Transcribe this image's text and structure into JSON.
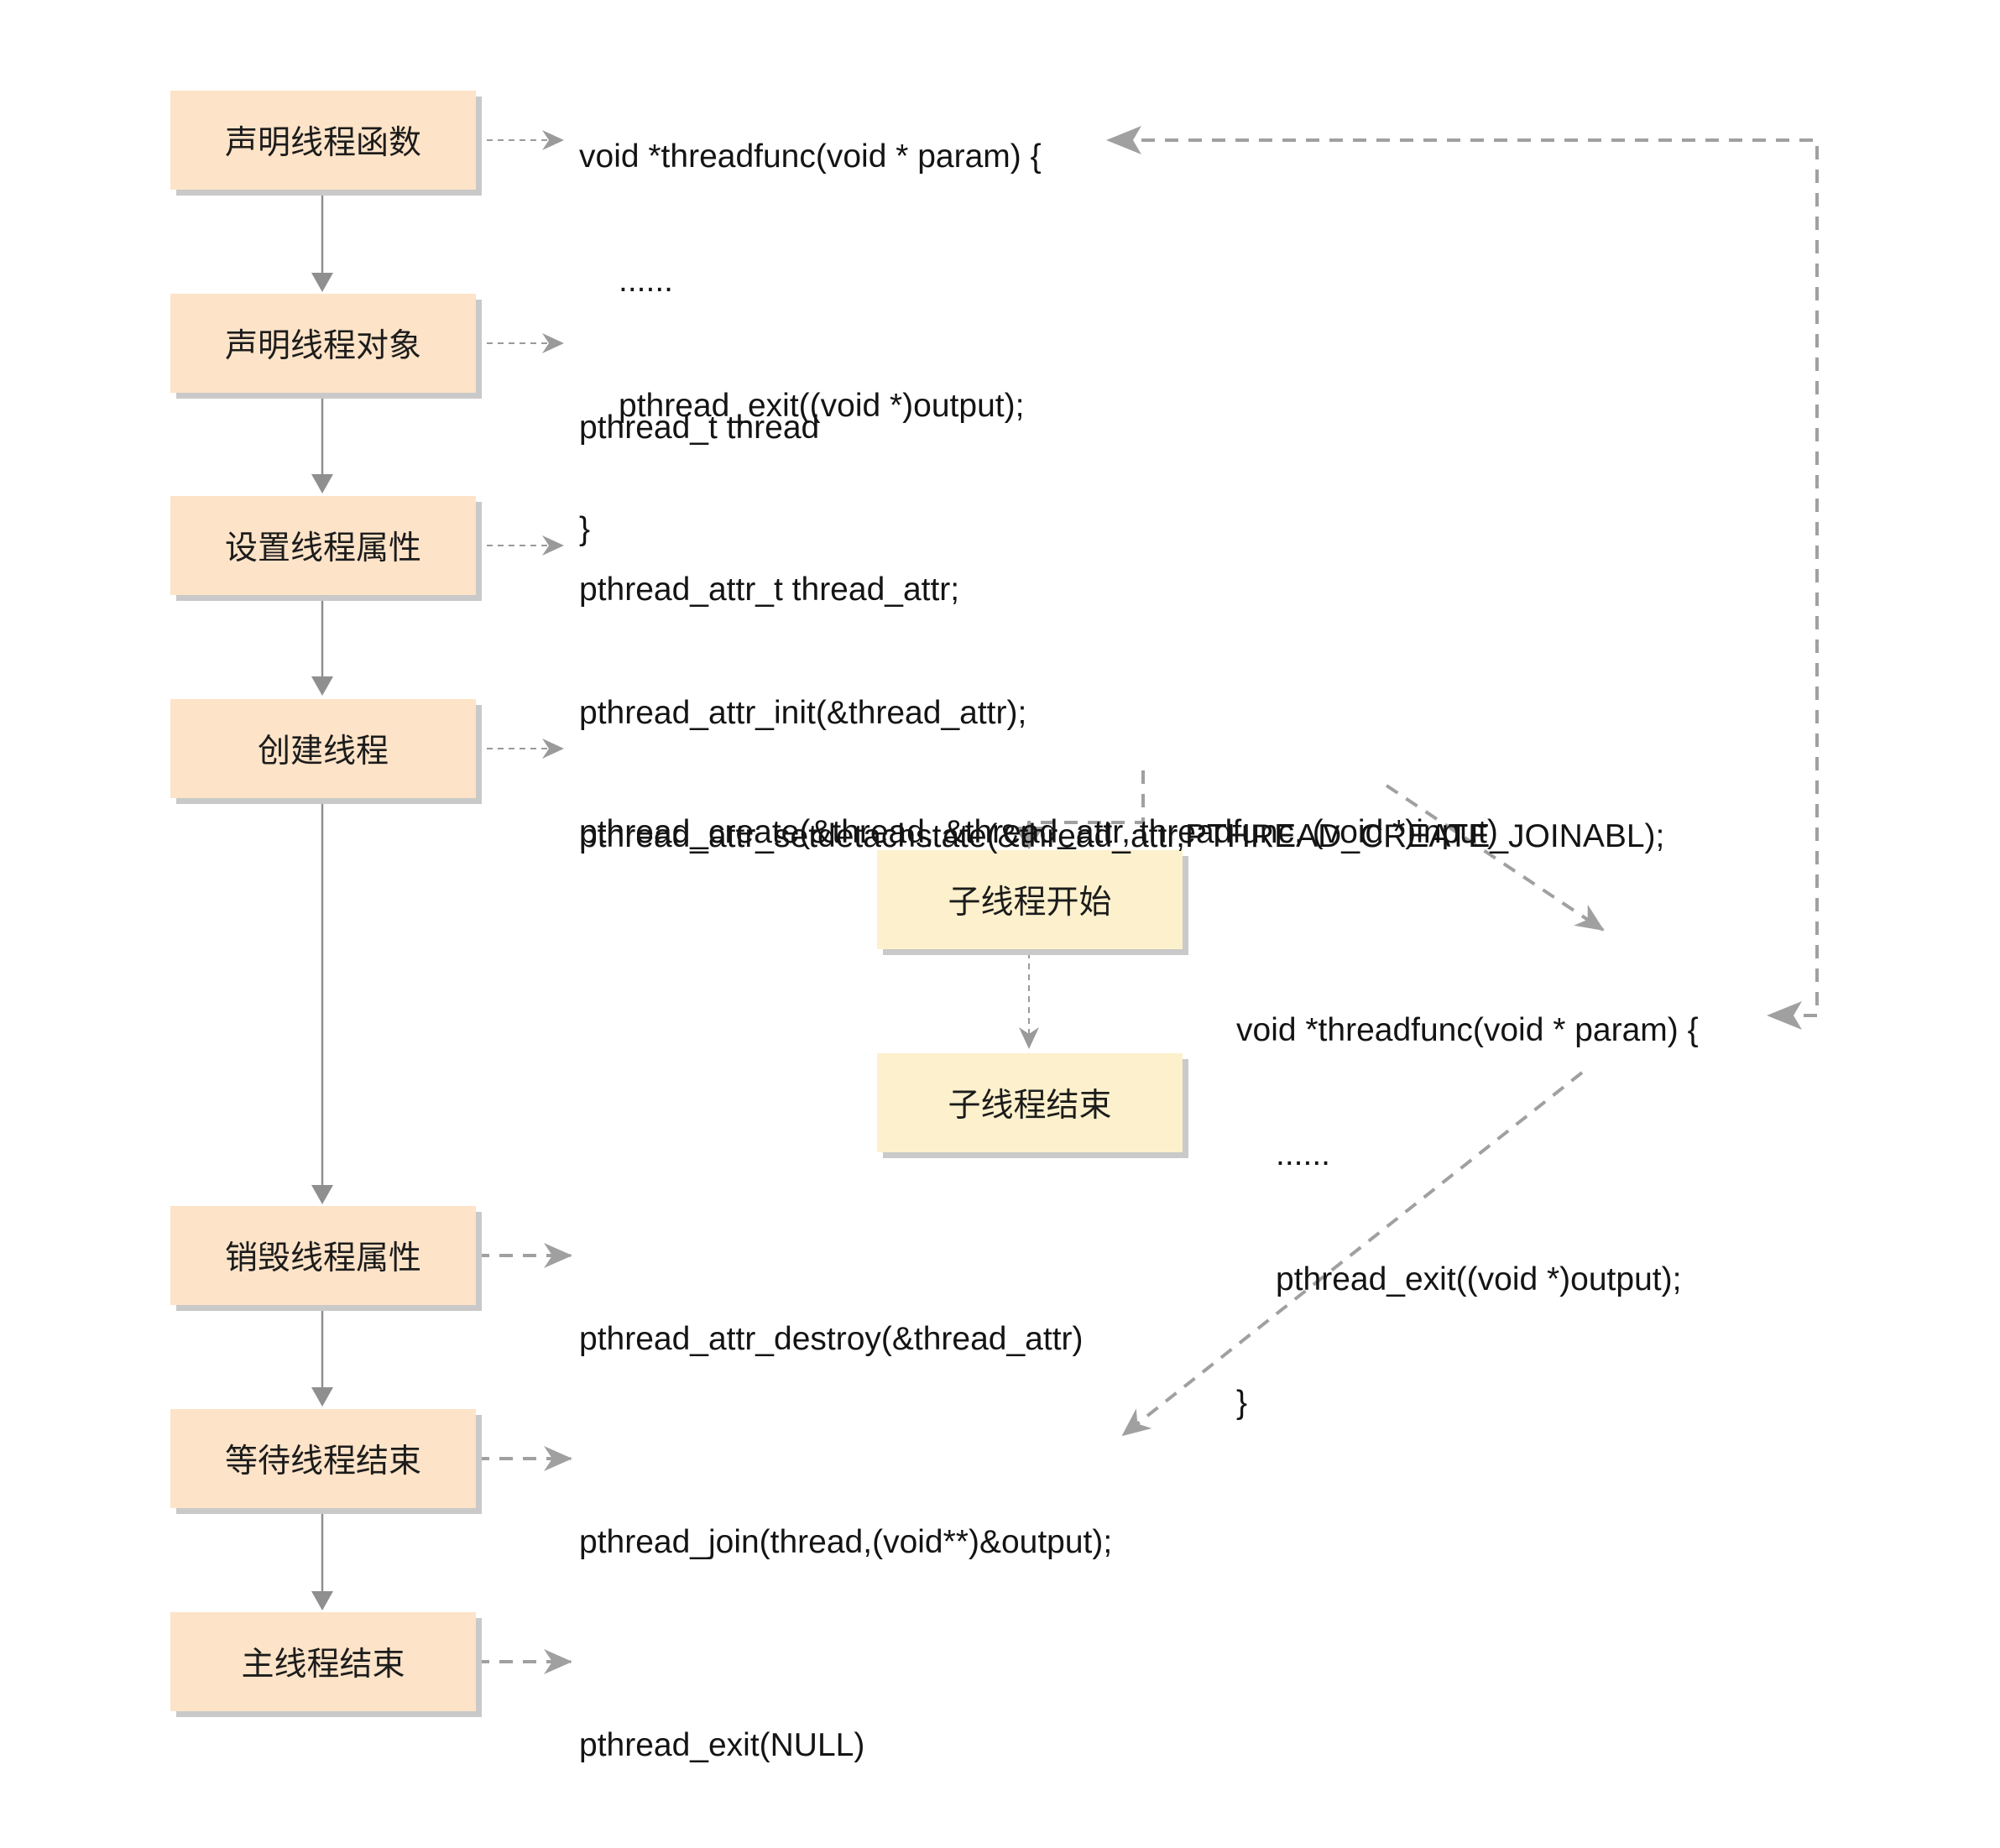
{
  "steps": {
    "declare_func": "声明线程函数",
    "declare_obj": "声明线程对象",
    "set_attr": "设置线程属性",
    "create": "创建线程",
    "destroy_attr": "销毁线程属性",
    "wait": "等待线程结束",
    "main_end": "主线程结束"
  },
  "child": {
    "start": "子线程开始",
    "end": "子线程结束"
  },
  "code": {
    "func_top": [
      "void *threadfunc(void * param) {",
      "......",
      "pthread_exit((void *)output);",
      "}"
    ],
    "declare_obj": "pthread_t thread",
    "set_attr": [
      "pthread_attr_t thread_attr;",
      "pthread_attr_init(&thread_attr);",
      "pthread_attr_setdetachstate(&thread_attr,PTHREAD_CREATE_JOINABL);"
    ],
    "create": "pthread_create(&thread, &thread_attr, threadfunc, (void *)input)",
    "func_child": [
      "void *threadfunc(void * param) {",
      "......",
      "pthread_exit((void *)output);",
      "}"
    ],
    "destroy_attr": "pthread_attr_destroy(&thread_attr)",
    "join": "pthread_join(thread,(void**)&output);",
    "exit": "pthread_exit(NULL)"
  },
  "colors": {
    "main_box": "#fde3c8",
    "child_box": "#fdf1cd",
    "shadow": "#c9c9c9",
    "solid_arrow": "#8f8f8f",
    "dashed_arrow": "#9a9a9a"
  }
}
